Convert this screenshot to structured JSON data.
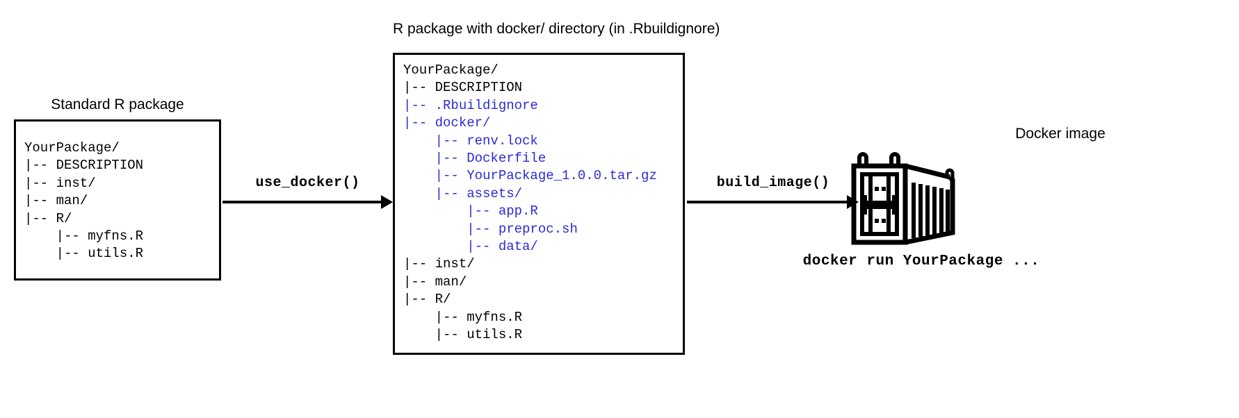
{
  "diagram": {
    "title_center": "R package with docker/ directory (in .Rbuildignore)",
    "title_left": "Standard R package",
    "title_right": "Docker image",
    "colors": {
      "text": "#000000",
      "highlight_blue": "#2b2bd4",
      "background": "#ffffff"
    }
  },
  "left_box": {
    "lines": [
      {
        "text": "YourPackage/",
        "color": "black"
      },
      {
        "text": "|-- DESCRIPTION",
        "color": "black"
      },
      {
        "text": "|-- inst/",
        "color": "black"
      },
      {
        "text": "|-- man/",
        "color": "black"
      },
      {
        "text": "|-- R/",
        "color": "black"
      },
      {
        "text": "    |-- myfns.R",
        "color": "black"
      },
      {
        "text": "    |-- utils.R",
        "color": "black"
      }
    ]
  },
  "center_box": {
    "lines": [
      {
        "text": "YourPackage/",
        "color": "black"
      },
      {
        "text": "|-- DESCRIPTION",
        "color": "black"
      },
      {
        "text": "|-- .Rbuildignore",
        "color": "blue"
      },
      {
        "text": "|-- docker/",
        "color": "blue"
      },
      {
        "text": "    |-- renv.lock",
        "color": "blue"
      },
      {
        "text": "    |-- Dockerfile",
        "color": "blue"
      },
      {
        "text": "    |-- YourPackage_1.0.0.tar.gz",
        "color": "blue"
      },
      {
        "text": "    |-- assets/",
        "color": "blue"
      },
      {
        "text": "        |-- app.R",
        "color": "blue"
      },
      {
        "text": "        |-- preproc.sh",
        "color": "blue"
      },
      {
        "text": "        |-- data/",
        "color": "blue"
      },
      {
        "text": "|-- inst/",
        "color": "black"
      },
      {
        "text": "|-- man/",
        "color": "black"
      },
      {
        "text": "|-- R/",
        "color": "black"
      },
      {
        "text": "    |-- myfns.R",
        "color": "black"
      },
      {
        "text": "    |-- utils.R",
        "color": "black"
      }
    ]
  },
  "arrows": {
    "first_label": "use_docker()",
    "second_label": "build_image()"
  },
  "docker": {
    "icon_name": "shipping-container-icon",
    "run_command": "docker run YourPackage ..."
  }
}
